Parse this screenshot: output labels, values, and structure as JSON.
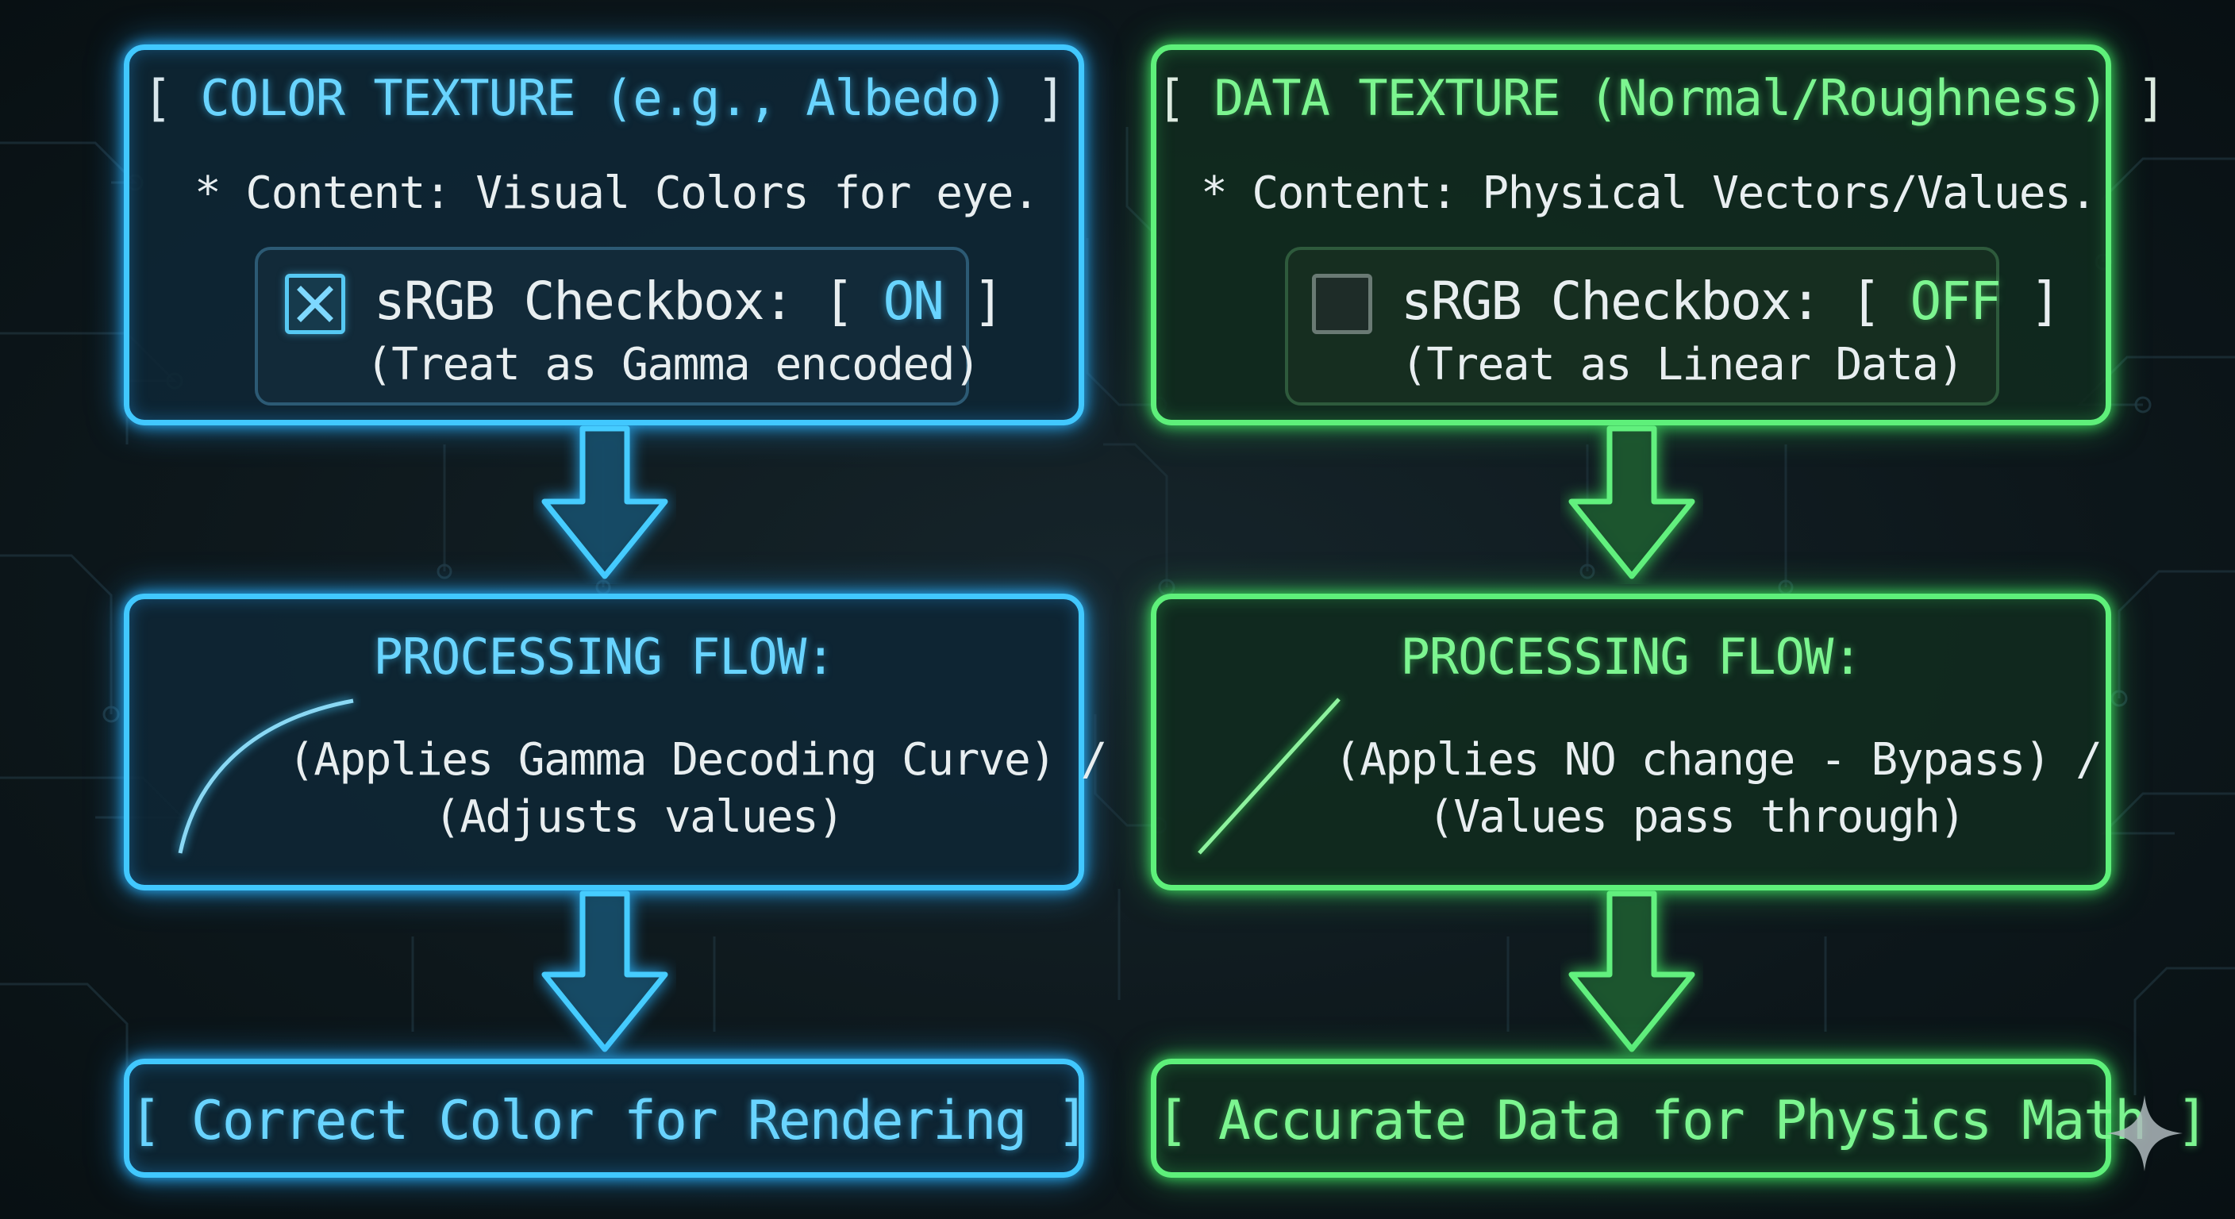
{
  "left": {
    "title_prefix": "[ ",
    "title": "COLOR TEXTURE (e.g., Albedo)",
    "title_suffix": " ]",
    "content": "* Content: Visual Colors for eye.",
    "checkbox_label": "sRGB Checkbox: [ ",
    "checkbox_state": "ON",
    "checkbox_close": " ]",
    "checkbox_checked": true,
    "checkbox_note": "(Treat as Gamma encoded)",
    "flow_title": "PROCESSING FLOW:",
    "flow_line1": "(Applies Gamma Decoding Curve) /",
    "flow_line2": "(Adjusts values)",
    "result": "[ Correct Color for Rendering ]"
  },
  "right": {
    "title_prefix": "[ ",
    "title": "DATA TEXTURE (Normal/Roughness)",
    "title_suffix": " ]",
    "content": "* Content: Physical Vectors/Values.",
    "checkbox_label": "sRGB Checkbox: [ ",
    "checkbox_state": "OFF",
    "checkbox_close": " ]",
    "checkbox_checked": false,
    "checkbox_note": "(Treat as Linear Data)",
    "flow_title": "PROCESSING FLOW:",
    "flow_line1": "(Applies NO change - Bypass) /",
    "flow_line2": "(Values pass through)",
    "result": "[ Accurate Data for Physics Math ]"
  },
  "colors": {
    "blue": "#41c8ff",
    "green": "#5ef07a",
    "background": "#0d171b"
  },
  "icons": [
    "checkbox-checked-icon",
    "checkbox-empty-icon",
    "gamma-curve-icon",
    "linear-line-icon",
    "down-arrow-icon",
    "sparkle-icon"
  ]
}
